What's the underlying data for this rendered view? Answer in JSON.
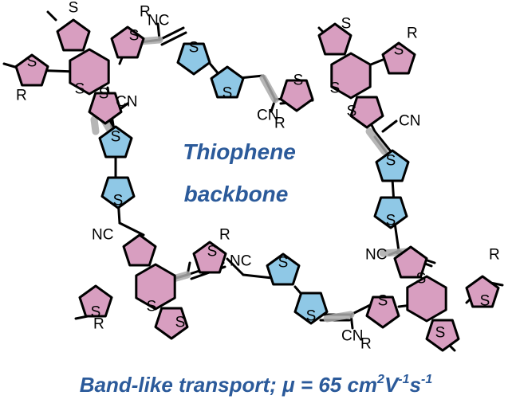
{
  "labels": {
    "center_line1": "Thiophene",
    "center_line2": "backbone",
    "caption_main": "Band-like transport; ",
    "caption_mu": "μ",
    "caption_eq": " = 65 cm",
    "caption_sup1": "2",
    "caption_v": "V",
    "caption_sup2": "-1",
    "caption_s": "s",
    "caption_sup3": "-1",
    "atom_S": "S",
    "atom_R": "R",
    "atom_CN": "CN",
    "atom_NC": "NC"
  },
  "colors": {
    "donor_fill": "#d89ec0",
    "acceptor_fill": "#8fc8e6",
    "bond": "#000000",
    "highlight": "#a9a9a9",
    "text": "#2b5a9a"
  }
}
